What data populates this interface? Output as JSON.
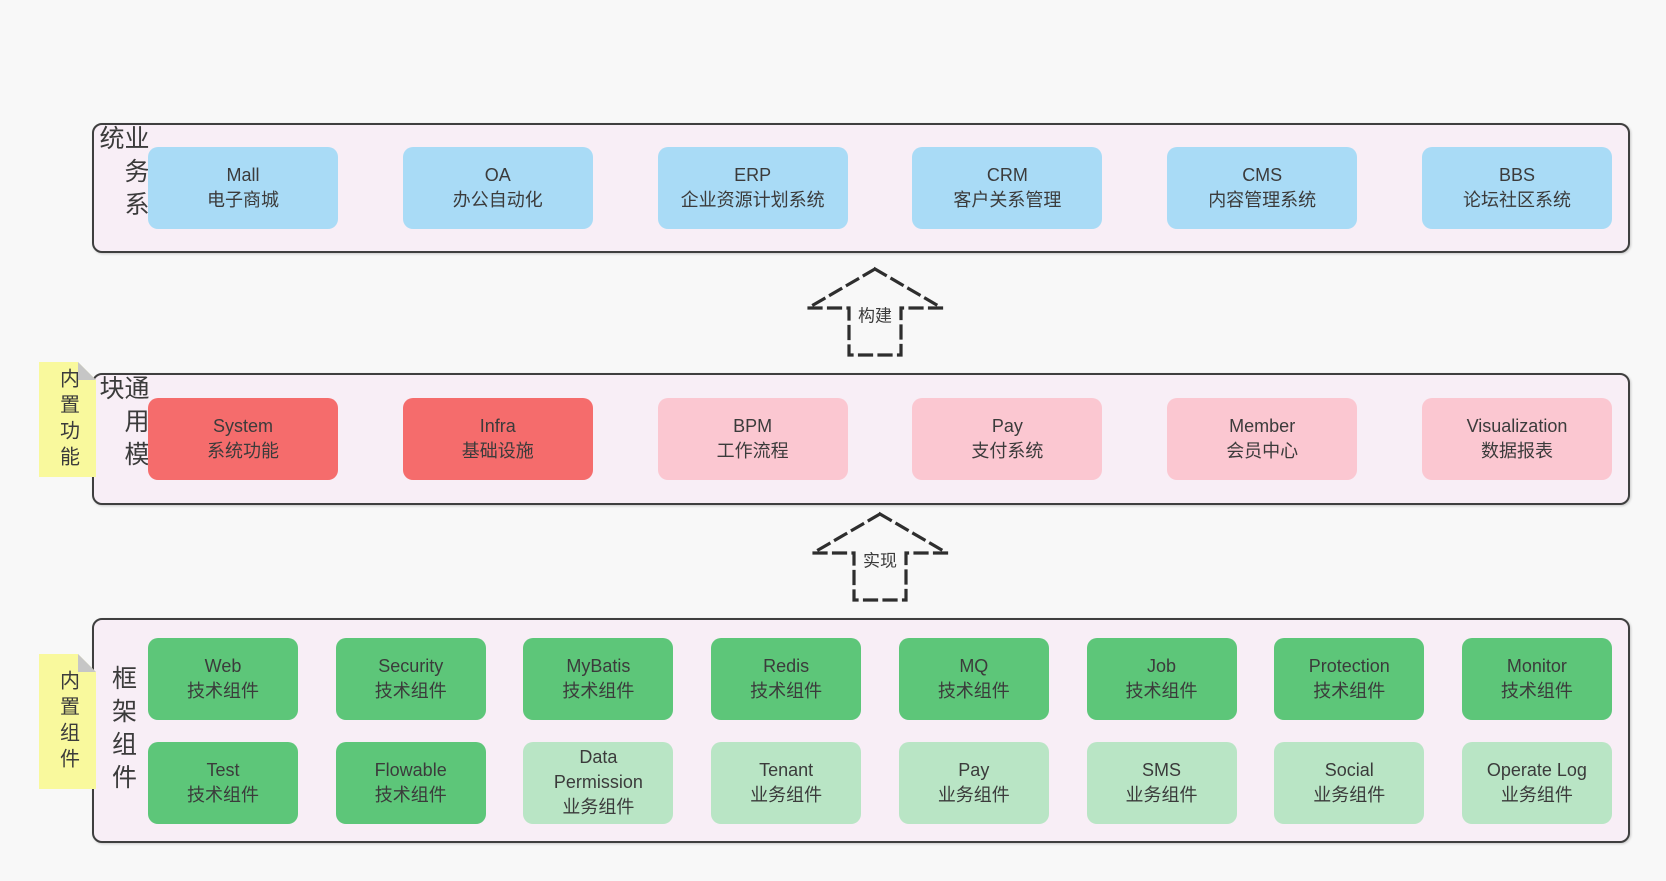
{
  "colors": {
    "page-bg": "#f8f8f8",
    "band-bg": "#f8eef6",
    "border": "#3f3f3f",
    "text": "#3b3b3b",
    "blue": "#a9dbf6",
    "red": "#f56c6c",
    "pink": "#fbc7d1",
    "green": "#5dc679",
    "lightgreen": "#b9e5c5",
    "sticky": "#f9f99d",
    "fold": "#c6c6c6",
    "arrow-stroke": "#2e2e2e"
  },
  "arrows": [
    {
      "label": "构建"
    },
    {
      "label": "实现"
    }
  ],
  "bands": [
    {
      "label": "业务系统",
      "boxes": [
        {
          "title": "Mall",
          "subtitle": "电子商城",
          "variant": "blue"
        },
        {
          "title": "OA",
          "subtitle": "办公自动化",
          "variant": "blue"
        },
        {
          "title": "ERP",
          "subtitle": "企业资源计划系统",
          "variant": "blue"
        },
        {
          "title": "CRM",
          "subtitle": "客户关系管理",
          "variant": "blue"
        },
        {
          "title": "CMS",
          "subtitle": "内容管理系统",
          "variant": "blue"
        },
        {
          "title": "BBS",
          "subtitle": "论坛社区系统",
          "variant": "blue"
        }
      ]
    },
    {
      "label": "通用模块",
      "sticky": "内置功能",
      "boxes": [
        {
          "title": "System",
          "subtitle": "系统功能",
          "variant": "red"
        },
        {
          "title": "Infra",
          "subtitle": "基础设施",
          "variant": "red"
        },
        {
          "title": "BPM",
          "subtitle": "工作流程",
          "variant": "pink"
        },
        {
          "title": "Pay",
          "subtitle": "支付系统",
          "variant": "pink"
        },
        {
          "title": "Member",
          "subtitle": "会员中心",
          "variant": "pink"
        },
        {
          "title": "Visualization",
          "subtitle": "数据报表",
          "variant": "pink"
        }
      ]
    },
    {
      "label": "框架组件",
      "sticky": "内置组件",
      "rows": [
        [
          {
            "title": "Web",
            "subtitle": "技术组件",
            "variant": "green"
          },
          {
            "title": "Security",
            "subtitle": "技术组件",
            "variant": "green"
          },
          {
            "title": "MyBatis",
            "subtitle": "技术组件",
            "variant": "green"
          },
          {
            "title": "Redis",
            "subtitle": "技术组件",
            "variant": "green"
          },
          {
            "title": "MQ",
            "subtitle": "技术组件",
            "variant": "green"
          },
          {
            "title": "Job",
            "subtitle": "技术组件",
            "variant": "green"
          },
          {
            "title": "Protection",
            "subtitle": "技术组件",
            "variant": "green"
          },
          {
            "title": "Monitor",
            "subtitle": "技术组件",
            "variant": "green"
          }
        ],
        [
          {
            "title": "Test",
            "subtitle": "技术组件",
            "variant": "green"
          },
          {
            "title": "Flowable",
            "subtitle": "技术组件",
            "variant": "green"
          },
          {
            "title": "Data\nPermission",
            "subtitle": "业务组件",
            "variant": "lightgreen"
          },
          {
            "title": "Tenant",
            "subtitle": "业务组件",
            "variant": "lightgreen"
          },
          {
            "title": "Pay",
            "subtitle": "业务组件",
            "variant": "lightgreen"
          },
          {
            "title": "SMS",
            "subtitle": "业务组件",
            "variant": "lightgreen"
          },
          {
            "title": "Social",
            "subtitle": "业务组件",
            "variant": "lightgreen"
          },
          {
            "title": "Operate Log",
            "subtitle": "业务组件",
            "variant": "lightgreen"
          }
        ]
      ]
    }
  ]
}
